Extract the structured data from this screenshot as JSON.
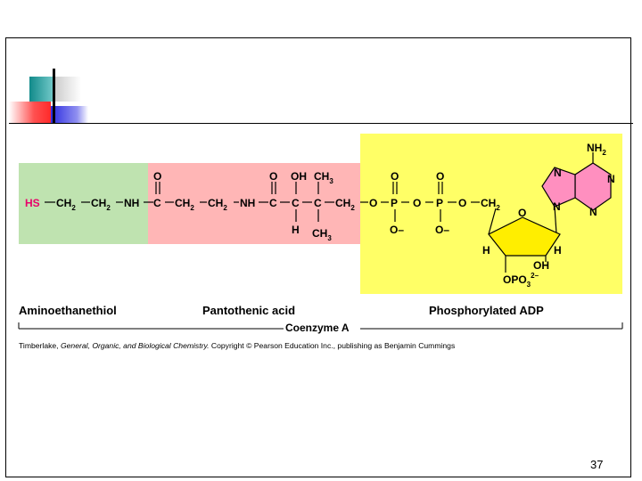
{
  "sections": {
    "aminoethanethiol": "Aminoethanethiol",
    "pantothenic": "Pantothenic acid",
    "adp": "Phosphorylated ADP"
  },
  "coenzyme_label": "Coenzyme A",
  "caption": {
    "prefix": "Timberlake, ",
    "book": "General, Organic, and Biological Chemistry.",
    "suffix": "  Copyright © Pearson Education Inc., publishing as Benjamin Cummings"
  },
  "page_number": "37",
  "colors": {
    "amino_bg": "#bfe3b0",
    "pantothenic_bg": "#ffb6b6",
    "adp_bg": "#ffff66",
    "adenine_ring": "#ff8fbf",
    "ribose_ring": "#ffee00",
    "thiol": "#e8006a",
    "deco_teal": "#118a8a",
    "deco_blue": "#3a3ae6",
    "deco_red": "#ff2a2a"
  },
  "formula": {
    "HS": "HS",
    "CH": "CH",
    "sub2": "2",
    "sub3": "3",
    "NH": "NH",
    "C": "C",
    "O": "O",
    "OH": "OH",
    "H": "H",
    "P": "P",
    "Ominus": "O–",
    "N": "N",
    "OPO": "OPO",
    "charge": "2–"
  }
}
